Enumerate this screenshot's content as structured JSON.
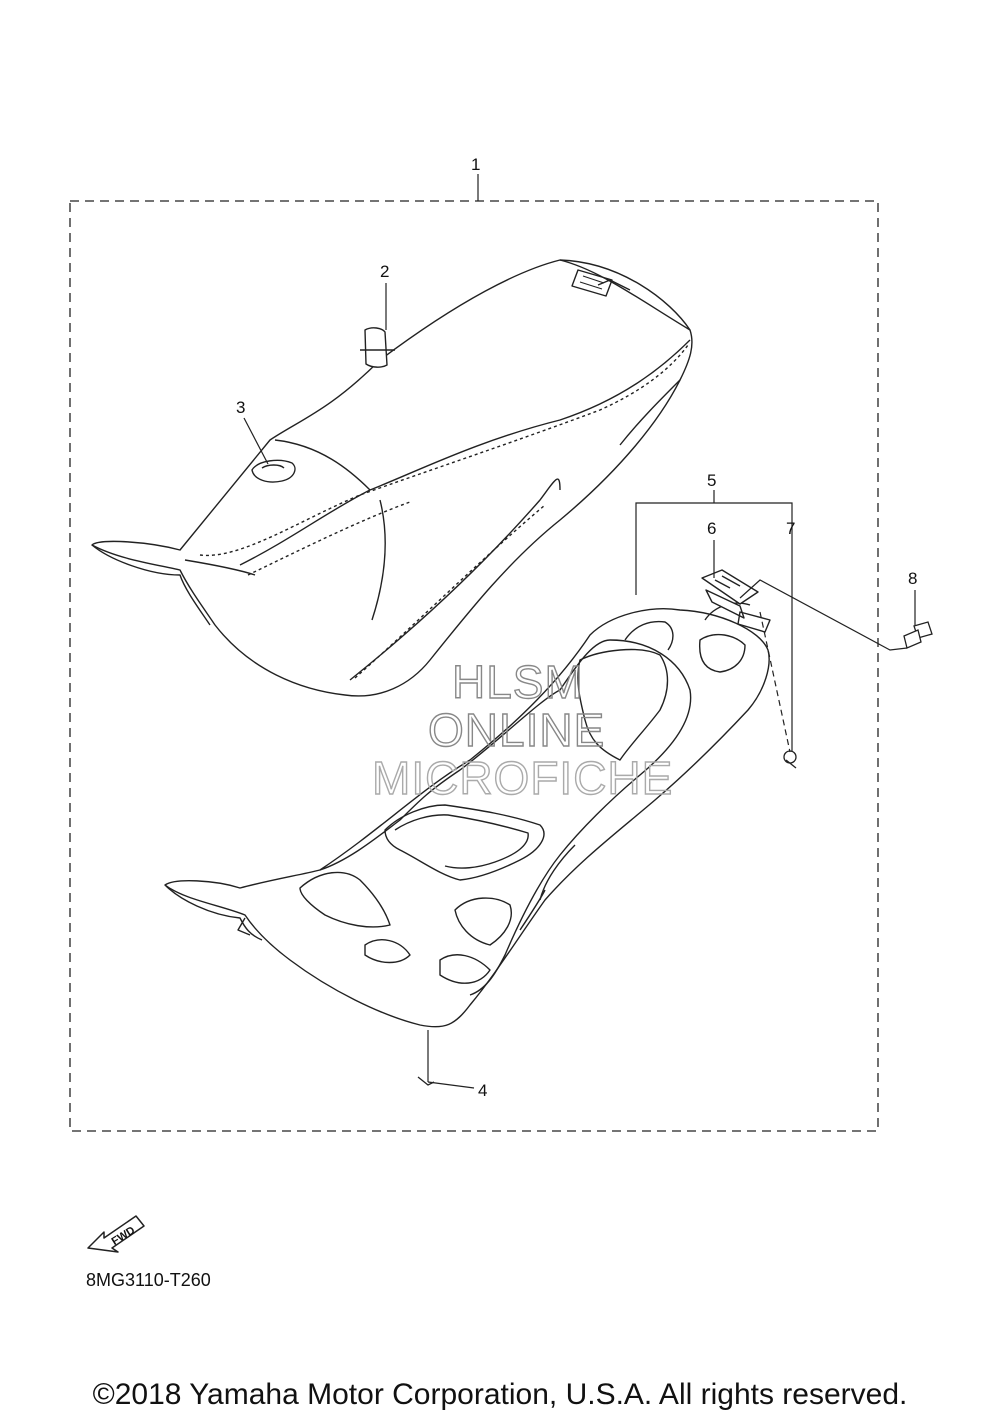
{
  "callouts": [
    "1",
    "2",
    "3",
    "4",
    "5",
    "6",
    "7",
    "8"
  ],
  "watermark": {
    "line1": "HLSM",
    "line2": "ONLINE",
    "line3": "MICROFICHE"
  },
  "fwd_label": "FWD",
  "drawing_code": "8MG3110-T260",
  "copyright": "©2018 Yamaha Motor Corporation, U.S.A. All rights reserved."
}
